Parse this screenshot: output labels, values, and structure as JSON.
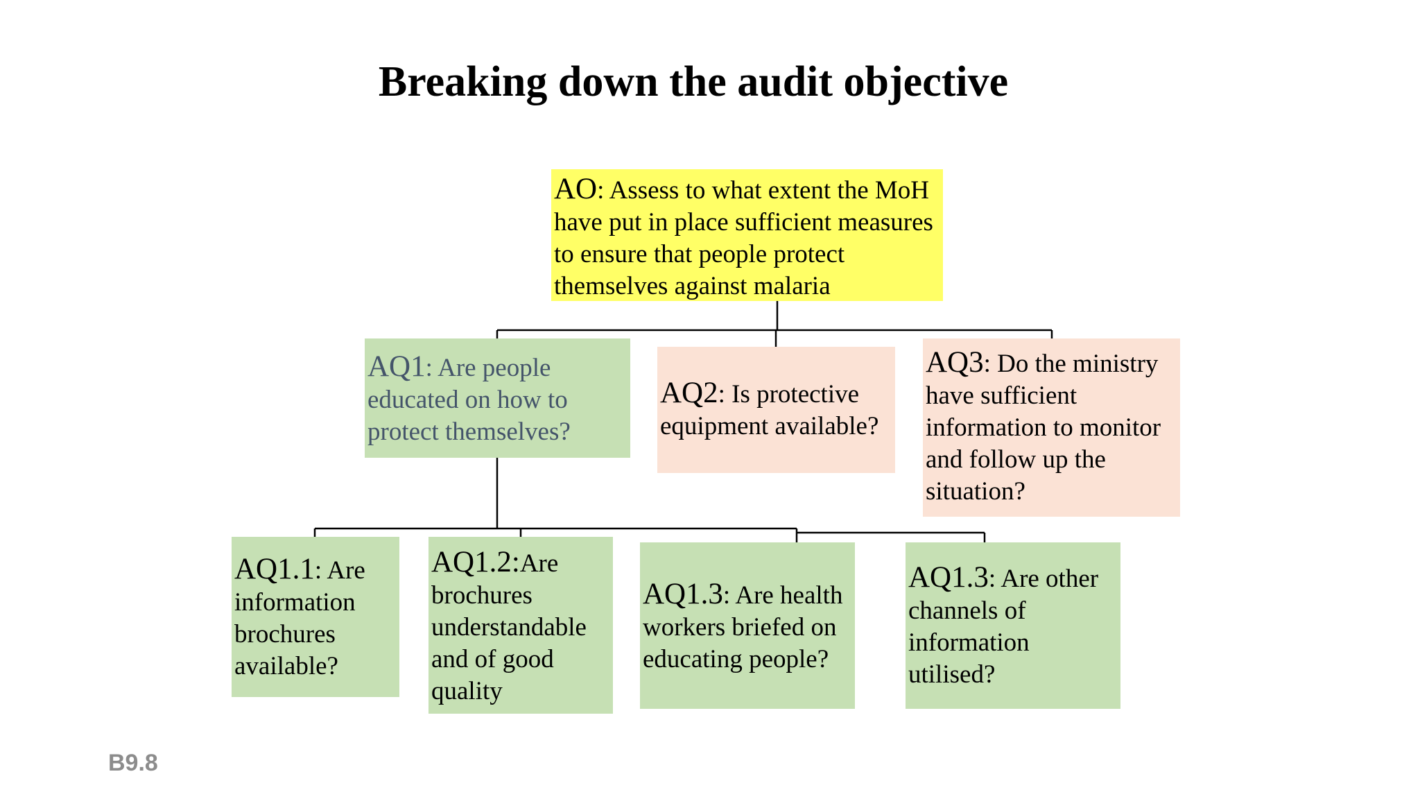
{
  "slide": {
    "title": "Breaking down the audit objective",
    "number": "B9.8"
  },
  "diagram": {
    "ao": {
      "code": "AO",
      "text": ": Assess to what extent the MoH have put in place sufficient measures to ensure that people protect themselves  against malaria"
    },
    "aq1": {
      "code": "AQ1",
      "text": ": Are people educated on how to protect themselves?"
    },
    "aq2": {
      "code": "AQ2",
      "text": ": Is protective equipment available?"
    },
    "aq3": {
      "code": "AQ3",
      "text": ": Do the ministry have sufficient information to monitor and follow up the situation?"
    },
    "aq1_1": {
      "code": "AQ1.1",
      "text": ": Are information brochures available?"
    },
    "aq1_2": {
      "code": "AQ1.2:",
      "text": "Are brochures understandable and of good quality"
    },
    "aq1_3a": {
      "code": "AQ1.3",
      "text": ": Are health workers briefed on educating people?"
    },
    "aq1_3b": {
      "code": "AQ1.3",
      "text": ": Are other channels of information utilised?"
    }
  },
  "colors": {
    "objective": "#ffff66",
    "green_box": "#c6e0b4",
    "peach_box": "#fbe2d5",
    "muted_text": "#44546a",
    "slide_number": "#8c8c8c"
  }
}
